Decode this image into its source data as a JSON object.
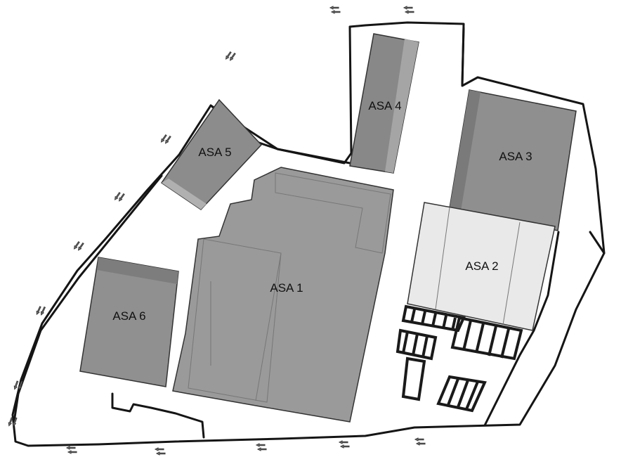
{
  "buildings": [
    {
      "id": "asa-1",
      "label": "ASA 1",
      "fill": "#9a9a9a"
    },
    {
      "id": "asa-2",
      "label": "ASA 2",
      "fill": "#e9e9e9"
    },
    {
      "id": "asa-3",
      "label": "ASA 3",
      "fill": "#8f8f8f"
    },
    {
      "id": "asa-4",
      "label": "ASA 4",
      "fill": "#888888"
    },
    {
      "id": "asa-5",
      "label": "ASA 5",
      "fill": "#8c8c8c"
    },
    {
      "id": "asa-6",
      "label": "ASA 6",
      "fill": "#909090"
    }
  ],
  "colors": {
    "background": "#ffffff",
    "outline": "#151515",
    "entrance_marker": "#7a7a7a"
  },
  "icons": {
    "entrance_marker": "double-arrow-icon"
  }
}
